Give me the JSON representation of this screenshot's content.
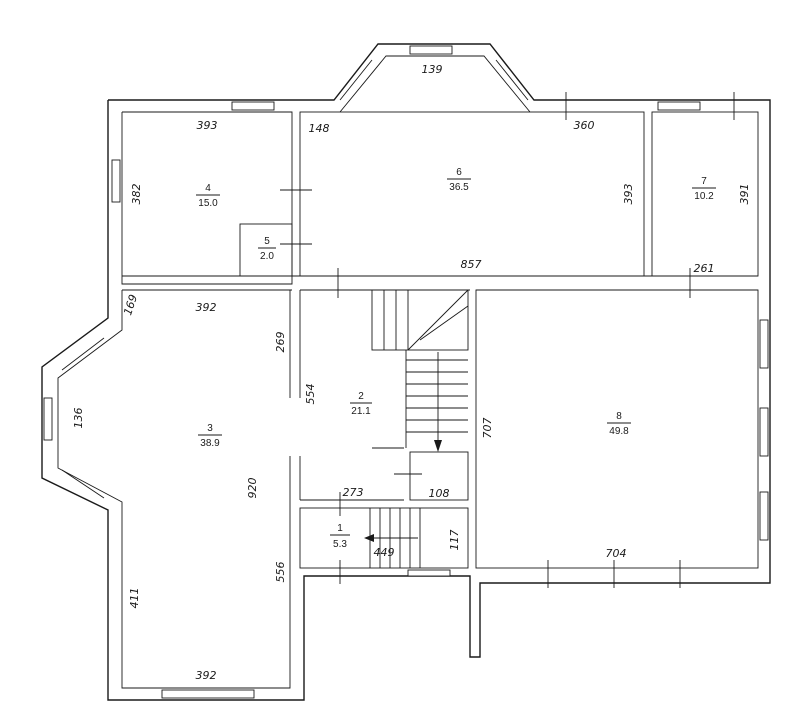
{
  "rooms": [
    {
      "id": "r1",
      "number": "1",
      "area": "5.3"
    },
    {
      "id": "r2",
      "number": "2",
      "area": "21.1"
    },
    {
      "id": "r3",
      "number": "3",
      "area": "38.9"
    },
    {
      "id": "r4",
      "number": "4",
      "area": "15.0"
    },
    {
      "id": "r5",
      "number": "5",
      "area": "2.0"
    },
    {
      "id": "r6",
      "number": "6",
      "area": "36.5"
    },
    {
      "id": "r7",
      "number": "7",
      "area": "10.2"
    },
    {
      "id": "r8",
      "number": "8",
      "area": "49.8"
    }
  ],
  "dimensions": [
    "139",
    "393",
    "148",
    "360",
    "382",
    "393",
    "391",
    "857",
    "261",
    "169",
    "392",
    "269",
    "554",
    "136",
    "707",
    "920",
    "273",
    "108",
    "117",
    "449",
    "704",
    "556",
    "411",
    "392"
  ]
}
